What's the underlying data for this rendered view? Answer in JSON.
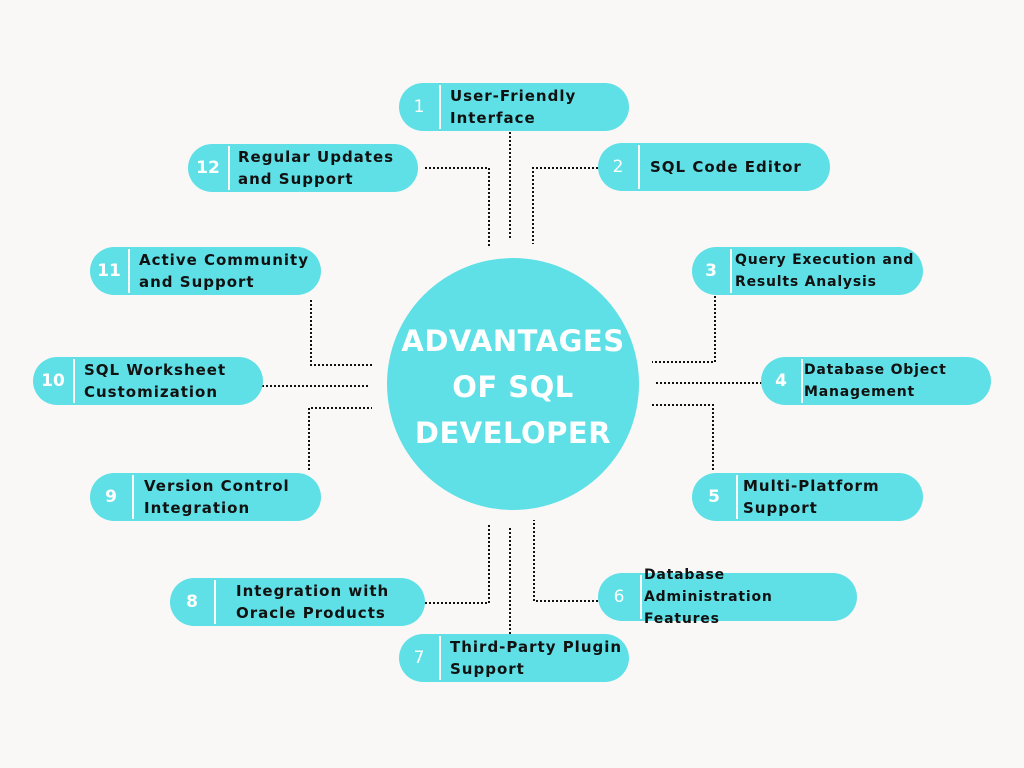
{
  "diagram": {
    "title": "ADVANTAGES\nOF SQL\nDEVELOPER",
    "colors": {
      "node_fill": "#5ee0e6",
      "background": "#f9f8f7",
      "text": "#111111",
      "connector": "#111111"
    },
    "items": [
      {
        "number": "1",
        "label": "User-Friendly\nInterface"
      },
      {
        "number": "2",
        "label": "SQL Code Editor"
      },
      {
        "number": "3",
        "label": "Query Execution and\nResults Analysis"
      },
      {
        "number": "4",
        "label": "Database Object\nManagement"
      },
      {
        "number": "5",
        "label": "Multi-Platform\nSupport"
      },
      {
        "number": "6",
        "label": "Database Administration\nFeatures"
      },
      {
        "number": "7",
        "label": "Third-Party Plugin\nSupport"
      },
      {
        "number": "8",
        "label": "Integration with\nOracle Products"
      },
      {
        "number": "9",
        "label": "Version Control\nIntegration"
      },
      {
        "number": "10",
        "label": "SQL Worksheet\nCustomization"
      },
      {
        "number": "11",
        "label": "Active Community\nand Support"
      },
      {
        "number": "12",
        "label": "Regular Updates\nand Support"
      }
    ]
  }
}
